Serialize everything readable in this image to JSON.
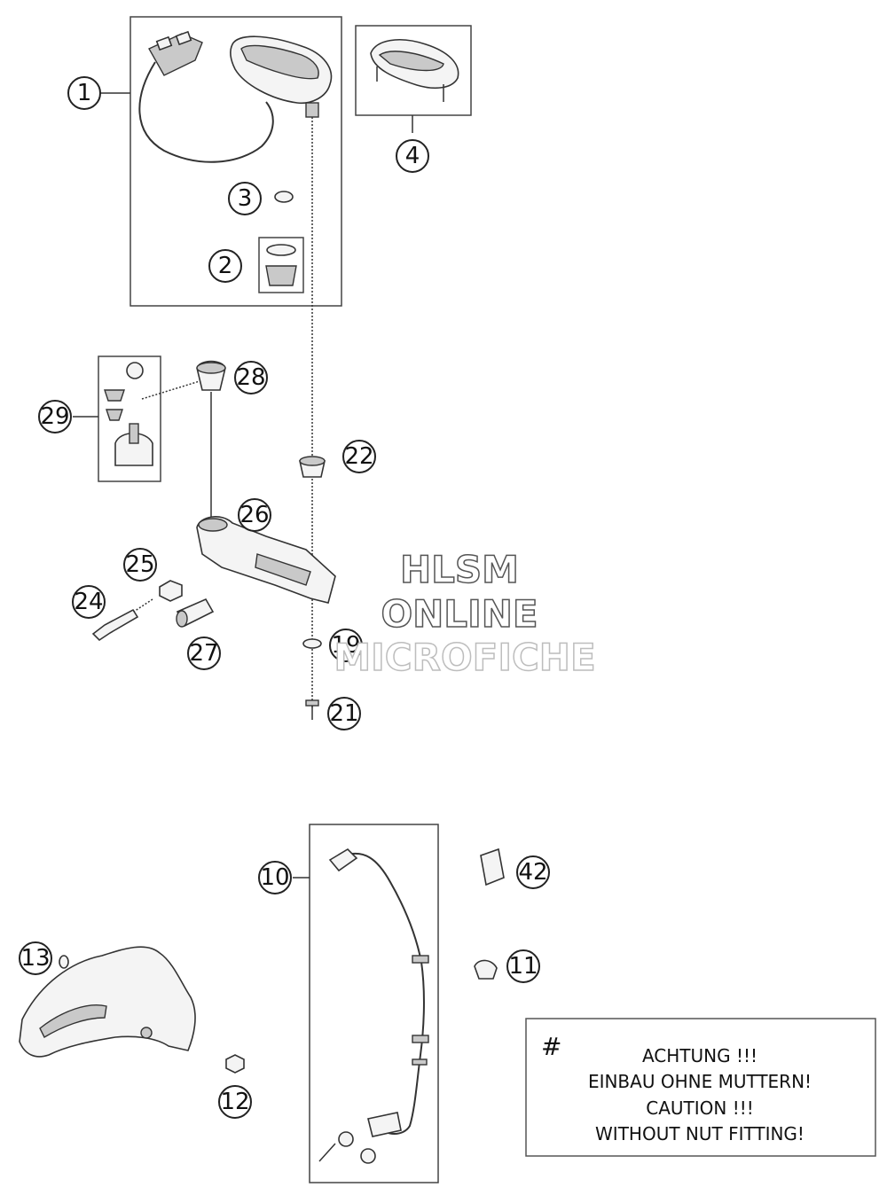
{
  "callouts": [
    {
      "id": "1",
      "label": "1"
    },
    {
      "id": "2",
      "label": "2"
    },
    {
      "id": "3",
      "label": "3"
    },
    {
      "id": "4",
      "label": "4"
    },
    {
      "id": "10",
      "label": "10"
    },
    {
      "id": "11",
      "label": "11"
    },
    {
      "id": "12",
      "label": "12"
    },
    {
      "id": "13",
      "label": "13"
    },
    {
      "id": "19",
      "label": "19"
    },
    {
      "id": "21",
      "label": "21"
    },
    {
      "id": "22",
      "label": "22"
    },
    {
      "id": "24",
      "label": "24"
    },
    {
      "id": "25",
      "label": "25"
    },
    {
      "id": "26",
      "label": "26"
    },
    {
      "id": "27",
      "label": "27"
    },
    {
      "id": "28",
      "label": "28"
    },
    {
      "id": "29",
      "label": "29"
    },
    {
      "id": "42",
      "label": "42"
    }
  ],
  "watermark": {
    "line1": "HLSM",
    "line2": "ONLINE",
    "line3": "MICROFICHE"
  },
  "note": {
    "symbol": "#",
    "lines": [
      "ACHTUNG !!!",
      "EINBAU OHNE MUTTERN!",
      "CAUTION !!!",
      "WITHOUT NUT FITTING!"
    ]
  }
}
